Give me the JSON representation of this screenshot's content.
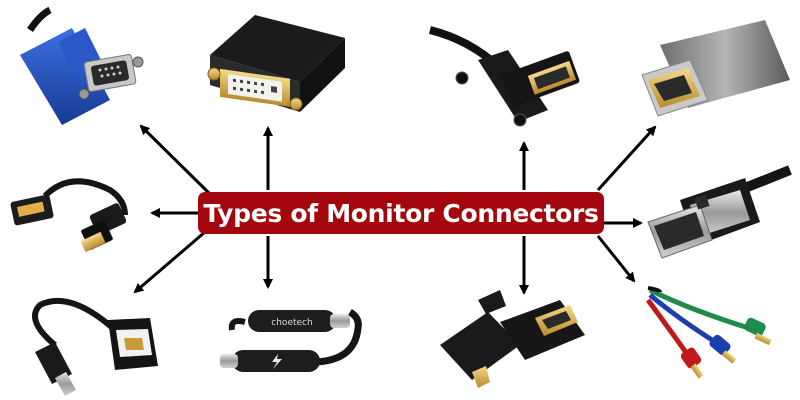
{
  "title": "Types of Monitor Connectors",
  "brand_label": "choetech",
  "colors": {
    "banner": "#a3070d",
    "banner_text": "#ffffff",
    "arrow": "#000000",
    "vga_blue": "#1f4fbf",
    "gold": "#d8b04a",
    "cable_black": "#151515"
  },
  "connectors": [
    {
      "id": "vga",
      "icon": "vga-connector-icon"
    },
    {
      "id": "dvi-adapter",
      "icon": "dvi-adapter-icon"
    },
    {
      "id": "dvi-cable",
      "icon": "dvi-cable-icon"
    },
    {
      "id": "usb-c",
      "icon": "usb-c-connector-icon"
    },
    {
      "id": "hdmi-displayport-adapter",
      "icon": "hdmi-to-displayport-adapter-icon"
    },
    {
      "id": "displayport",
      "icon": "displayport-connector-icon"
    },
    {
      "id": "mini-displayport-adapter",
      "icon": "mini-displayport-adapter-icon"
    },
    {
      "id": "thunderbolt",
      "icon": "thunderbolt-cable-icon"
    },
    {
      "id": "mini-hdmi-adapter",
      "icon": "mini-hdmi-adapter-icon"
    },
    {
      "id": "component-rca",
      "icon": "component-rca-cable-icon"
    }
  ]
}
